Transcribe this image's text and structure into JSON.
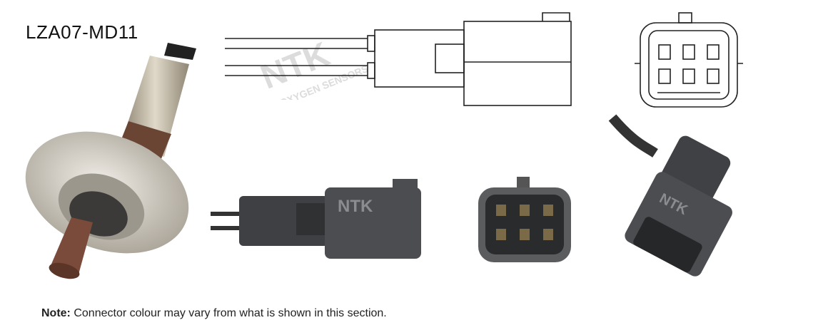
{
  "part_number": "LZA07-MD11",
  "watermark": {
    "brand": "NTK",
    "tagline": "OXYGEN SENSORS"
  },
  "connector_brand": "NTK",
  "note": {
    "label": "Note:",
    "text": "Connector colour may vary from what is shown in this section."
  },
  "colors": {
    "sensor_body": "#b8ad98",
    "flange": "#cfcac2",
    "tip": "#7a4a3a",
    "connector": "#4b4d50",
    "line_drawing": "#222222"
  }
}
